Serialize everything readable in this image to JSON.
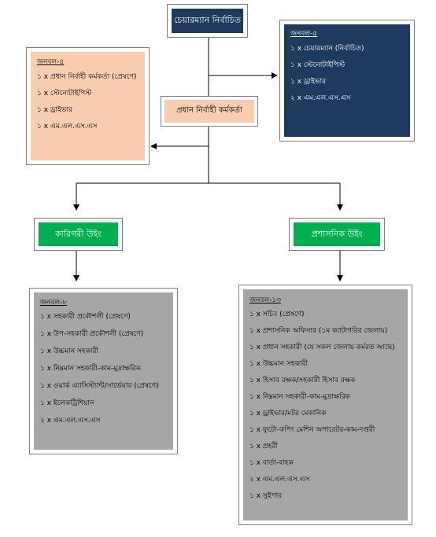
{
  "chairman": {
    "title": "চেয়ারম্যান নির্বাচিত"
  },
  "chief_exec": {
    "title": "প্রধান নির্বাহী কর্মকর্তা"
  },
  "chairman_staff": {
    "header": "জনবল-৫",
    "items": [
      "১ x চেয়ারম্যান (নির্বাচিত)",
      "১ x স্টেনোটাইপিস্ট",
      "১ x ড্রাইভার",
      "২ x এম.এল.এস.এস"
    ]
  },
  "ceo_staff": {
    "header": "জনবল-৪",
    "items": [
      "১ x প্রধান নির্বাহী কর্মকর্তা (প্রেষণে)",
      "১ x স্টেনোটাইপিস্ট",
      "১ x ড্রাইভার",
      "১ x এম.এল.এস.এস"
    ]
  },
  "technical_wing": {
    "title": "কারিগরী উইং",
    "header": "জনবল-৮",
    "items": [
      "১ x সহকারী প্রকৌশলী (প্রেষণে)",
      "১ x উপ-সহকারী প্রকৌশলী (প্রেষণে)",
      "১ x উচ্চমান সহকারী",
      "১ x নিম্নমান সহকারী-কাম-মুদ্রাক্ষরিক",
      "১ x ওয়ার্ক এ্যাসিস্ট্যান্ট/সার্ভেয়ার (প্রেষণে)",
      "১ x ইলেকট্রিশিয়ান",
      "২ x এম.এল.এস.এস"
    ]
  },
  "admin_wing": {
    "title": "প্রশাসনিক উইং",
    "header": "জনবল-১৩",
    "items": [
      "১ x সচিব (প্রেষণে)",
      "১ x প্রশাসনিক অফিসার (১ম ক্যাটাগরির জেলায়)",
      "১ x প্রধান সহকারী (যে সকল জেলায় কর্মরত আছে)",
      "১ x উচ্চমান সহকারী",
      "১ x হিসাব রক্ষক/সহকারী হিসাব রক্ষক",
      "১ x নিম্নমান সহকারী-কাম-মুদ্রাক্ষরিক",
      "১ x ড্রাইভার/মটর মেকানিক",
      "১ x ফুটো-কপিং মেশিন অপারেটর-কাম-দপ্তরী",
      "১ x প্রহরী",
      "১ x বার্তা-বাহক",
      "২ x এম.এল.এস.এস",
      "১ x সুইপার"
    ]
  },
  "colors": {
    "navy": "#1f3a5f",
    "peach": "#f8cdb0",
    "grey": "#a6a6a6",
    "green": "#00b050"
  }
}
